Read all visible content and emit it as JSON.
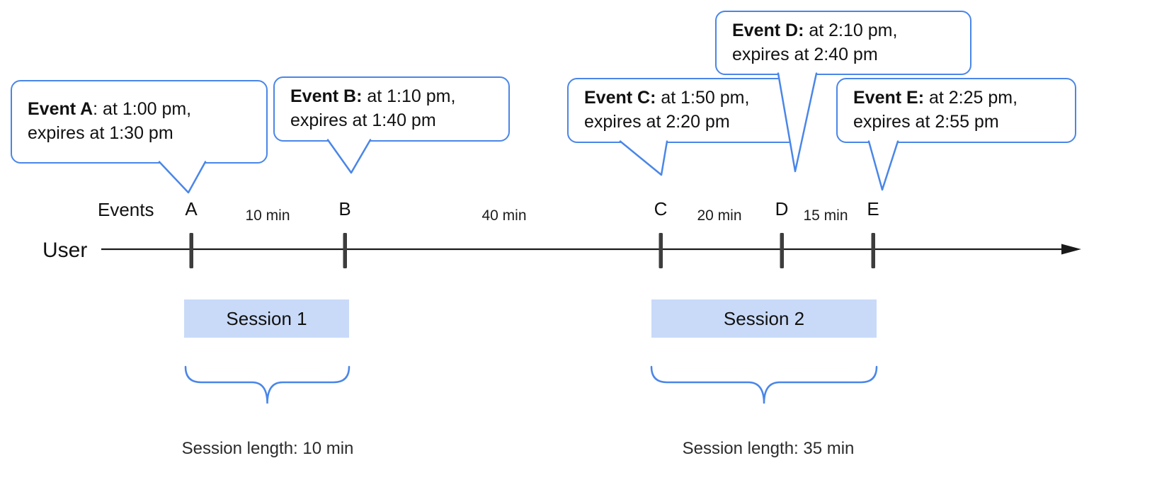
{
  "colors": {
    "accent_blue": "#4a86e8",
    "session_fill": "#c9daf8",
    "tick_color": "#3d3d3d",
    "timeline_color": "#1a1a1a"
  },
  "labels": {
    "events": "Events",
    "user": "User"
  },
  "callouts": [
    {
      "bold": "Event A",
      "rest": ": at 1:00 pm,",
      "line2": "expires at 1:30 pm"
    },
    {
      "bold": "Event B:",
      "rest": " at 1:10 pm,",
      "line2": "expires at 1:40 pm"
    },
    {
      "bold": "Event C:",
      "rest": " at 1:50 pm,",
      "line2": "expires at 2:20 pm"
    },
    {
      "bold": "Event D:",
      "rest": " at 2:10 pm,",
      "line2": "expires at 2:40 pm"
    },
    {
      "bold": "Event E:",
      "rest": " at 2:25 pm,",
      "line2": "expires at 2:55 pm"
    }
  ],
  "ticks": [
    {
      "label": "A"
    },
    {
      "label": "B"
    },
    {
      "label": "C"
    },
    {
      "label": "D"
    },
    {
      "label": "E"
    }
  ],
  "intervals": [
    {
      "label": "10 min"
    },
    {
      "label": "40 min"
    },
    {
      "label": "20 min"
    },
    {
      "label": "15 min"
    }
  ],
  "sessions": [
    {
      "label": "Session 1",
      "length": "Session length: 10 min"
    },
    {
      "label": "Session 2",
      "length": "Session length: 35 min"
    }
  ]
}
